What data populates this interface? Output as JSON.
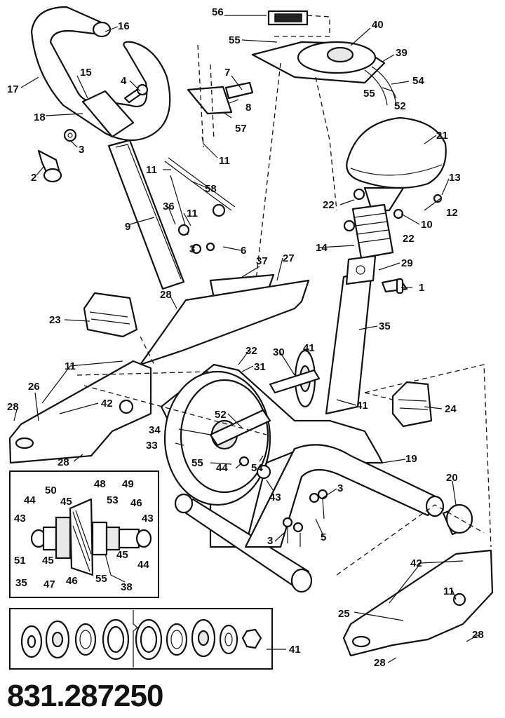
{
  "model_number": "831.287250",
  "labels": [
    "1",
    "2",
    "3",
    "4",
    "5",
    "6",
    "7",
    "8",
    "9",
    "10",
    "11",
    "12",
    "13",
    "14",
    "15",
    "16",
    "17",
    "18",
    "19",
    "20",
    "21",
    "22",
    "23",
    "24",
    "25",
    "26",
    "27",
    "28",
    "29",
    "30",
    "31",
    "32",
    "33",
    "34",
    "35",
    "36",
    "37",
    "38",
    "39",
    "40",
    "41",
    "42",
    "43",
    "44",
    "45",
    "46",
    "47",
    "48",
    "49",
    "50",
    "51",
    "52",
    "53",
    "54",
    "55",
    "56",
    "57",
    "58"
  ]
}
